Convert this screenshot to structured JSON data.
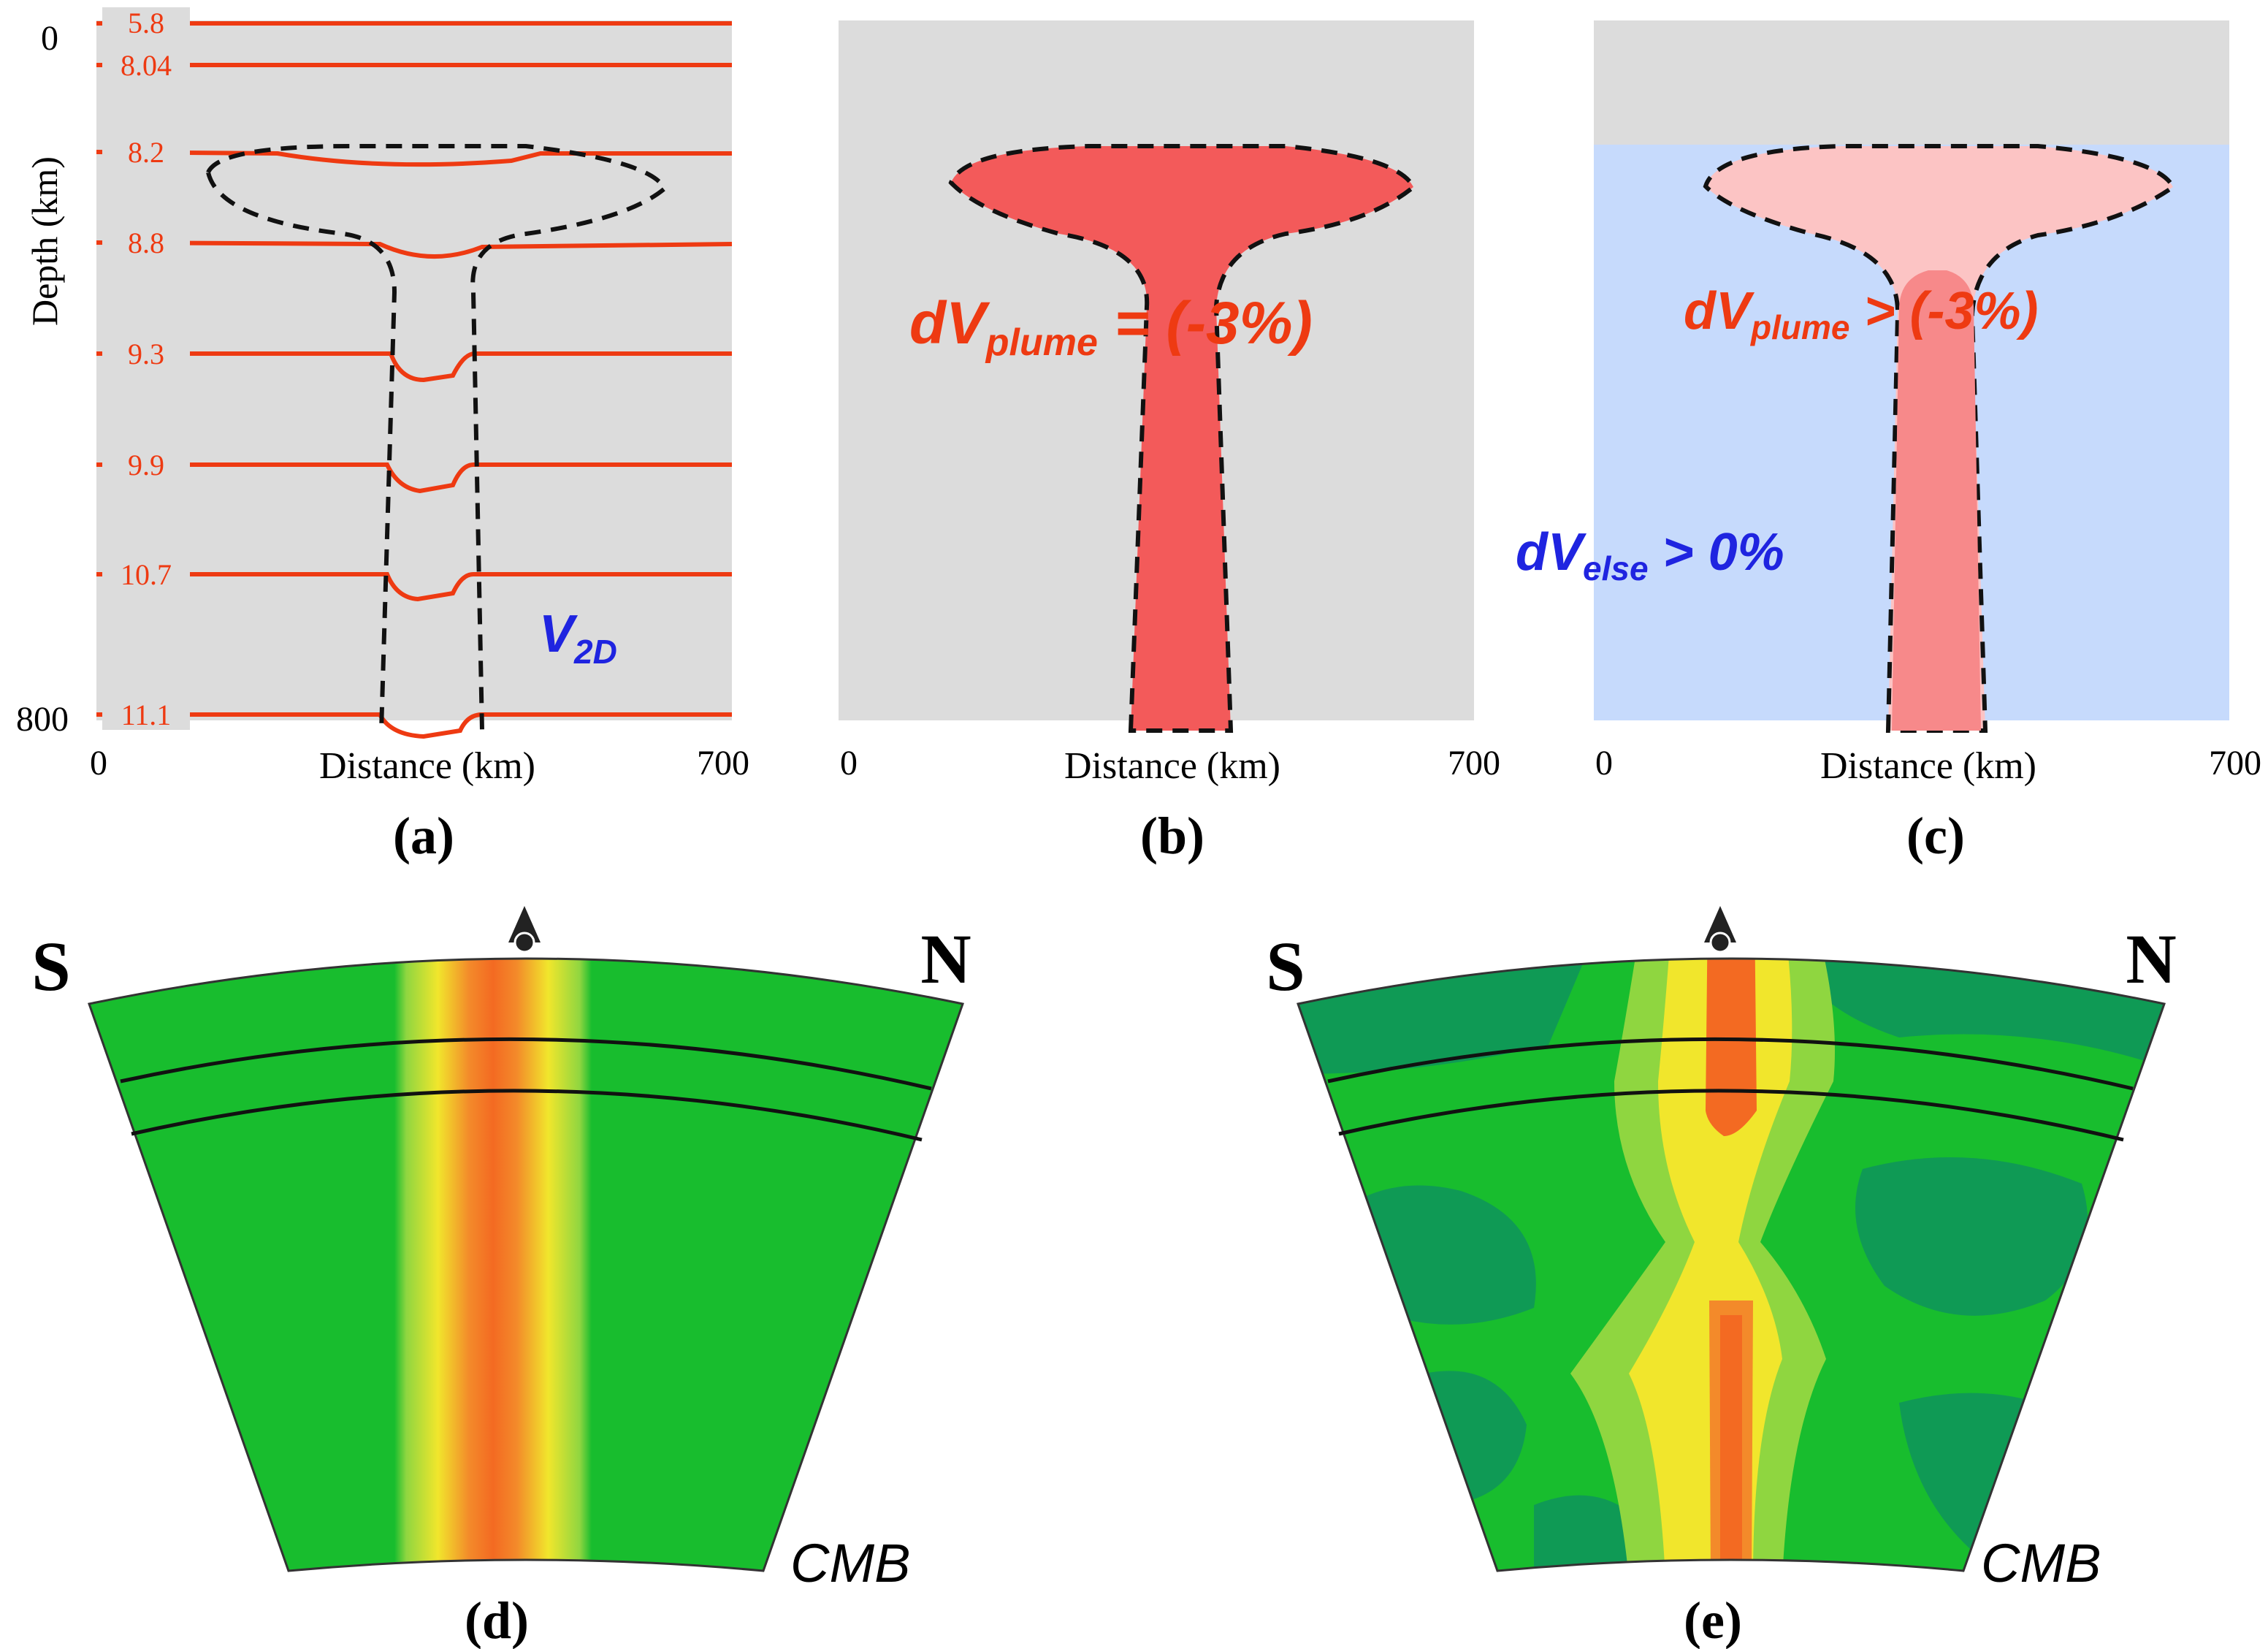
{
  "panel_a": {
    "caption": "(a)",
    "y_axis_label": "Depth (km)",
    "x_axis_label": "Distance (km)",
    "y_ticks": [
      "0",
      "800"
    ],
    "x_ticks": [
      "0",
      "700"
    ],
    "velocity_labels": [
      "5.8",
      "8.04",
      "8.2",
      "8.8",
      "9.3",
      "9.9",
      "10.7",
      "11.1"
    ],
    "annotation_main": "V",
    "annotation_sub": "2D"
  },
  "panel_b": {
    "caption": "(b)",
    "x_axis_label": "Distance (km)",
    "x_ticks": [
      "0",
      "700"
    ],
    "formula_main": "dV",
    "formula_sub": "plume",
    "formula_rel": " = (-3%)"
  },
  "panel_c": {
    "caption": "(c)",
    "x_axis_label": "Distance (km)",
    "x_ticks": [
      "0",
      "700"
    ],
    "formula_main": "dV",
    "formula_sub": "plume",
    "formula_rel": " > (-3%)",
    "else_main": "dV",
    "else_sub": "else",
    "else_rel": " > 0%"
  },
  "panel_d": {
    "caption": "(d)",
    "left_label": "S",
    "right_label": "N",
    "bottom_label": "CMB"
  },
  "panel_e": {
    "caption": "(e)",
    "left_label": "S",
    "right_label": "N",
    "bottom_label": "CMB"
  },
  "colors": {
    "panel_gray": "#dcdcdc",
    "contour_red": "#ee3a12",
    "plume_red": "#f35a5a",
    "plume_pink": "#fcc4c4",
    "mantle_blue": "#c6dafc",
    "label_blue": "#1f24e0",
    "model_green": "#18bd2e",
    "model_darkgreen": "#0f9a55",
    "model_yellow": "#f1e62c",
    "model_orange": "#f36a22"
  }
}
